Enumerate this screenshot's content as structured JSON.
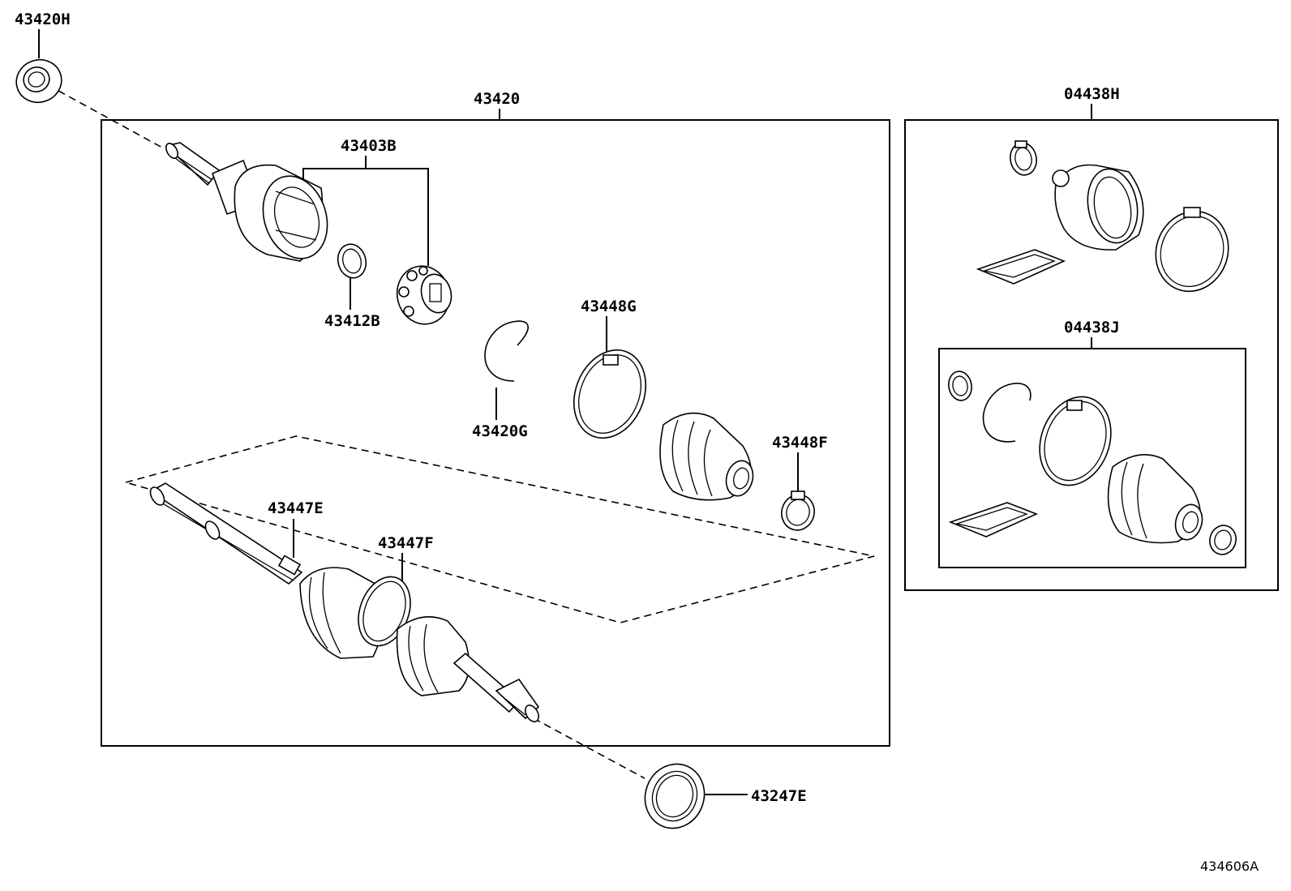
{
  "labels": {
    "oil_seal_left": "43420H",
    "shaft_assembly": "43420",
    "boot_kit_outer": "04438H",
    "joint_set": "43403B",
    "snap_ring": "43412B",
    "retainer_ring": "43420G",
    "boot_clamp_large": "43448G",
    "boot_clamp_small": "43448F",
    "band_e": "43447E",
    "band_f": "43447F",
    "boot_kit_inner": "04438J",
    "oil_seal_right": "43247E"
  },
  "diagram_ref": "434606A"
}
